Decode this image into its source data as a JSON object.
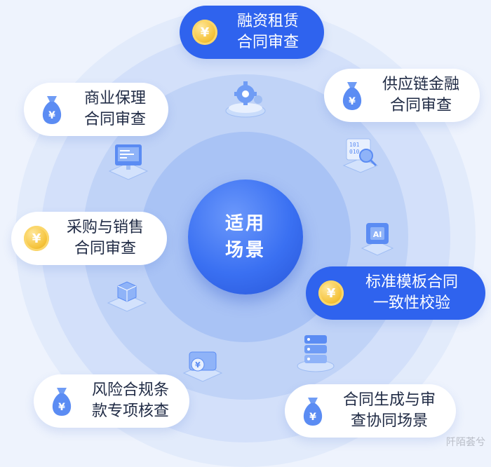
{
  "center": {
    "line1": "适用",
    "line2": "场景"
  },
  "scenarios": [
    {
      "id": "finance-lease",
      "line1": "融资租赁",
      "line2": "合同审查"
    },
    {
      "id": "commercial-factoring",
      "line1": "商业保理",
      "line2": "合同审查"
    },
    {
      "id": "supply-chain-finance",
      "line1": "供应链金融",
      "line2": "合同审查"
    },
    {
      "id": "procurement-sales",
      "line1": "采购与销售",
      "line2": "合同审查"
    },
    {
      "id": "standard-template",
      "line1": "标准模板合同",
      "line2": "一致性校验"
    },
    {
      "id": "risk-compliance",
      "line1": "风险合规条",
      "line2": "款专项核查"
    },
    {
      "id": "generation-collab",
      "line1": "合同生成与审",
      "line2": "查协同场景"
    }
  ],
  "coin_symbol": "¥",
  "chip_label": "AI",
  "watermark": "阡陌荟兮",
  "colors": {
    "accent_blue": "#2f63ee",
    "center_blue": "#3a70f2",
    "coin_gold": "#f5c33b",
    "pill_white": "#ffffff"
  }
}
